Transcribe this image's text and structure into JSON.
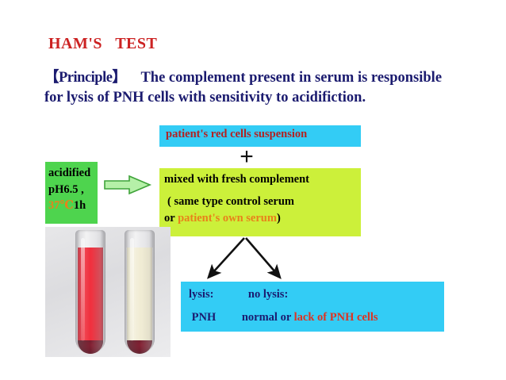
{
  "slide": {
    "title": "HAM'S   TEST",
    "principle": {
      "bracket_label": "【Principle】",
      "body": "The complement present in serum is responsible for lysis of PNH cells with sensitivity to acidifiction."
    }
  },
  "condition_box": {
    "line1": "acidified",
    "line2": "pH6.5 ,",
    "temp": "37℃",
    "duration": "1h",
    "arrow_icon": "right-arrow-icon"
  },
  "flow": {
    "suspension_box": {
      "text": "patient's red cells suspension"
    },
    "plus_sign": "+",
    "mixed_box": {
      "line1": "mixed with fresh complement",
      "line2": "( same type control serum",
      "line3_prefix": "or ",
      "line3_highlight": "patient's own serum",
      "line3_suffix": ")"
    },
    "split_arrows_icon": "branching-arrows-icon"
  },
  "result_box": {
    "row1": "lysis:            no lysis:",
    "row2_prefix": " PNH         normal or ",
    "row2_highlight": "lack of PNH cells"
  },
  "photo": {
    "caption": "two test tubes",
    "left_tube": "red lysed sample",
    "right_tube": "clear supernatant with red cell pellet"
  },
  "colors": {
    "title_red": "#cc2222",
    "navy": "#1b1b6f",
    "cyan": "#33ccf5",
    "chartreuse": "#ccf03a",
    "green": "#4ed44e",
    "orange": "#e8821a",
    "maroon": "#b22222",
    "result_red": "#dd3322"
  }
}
